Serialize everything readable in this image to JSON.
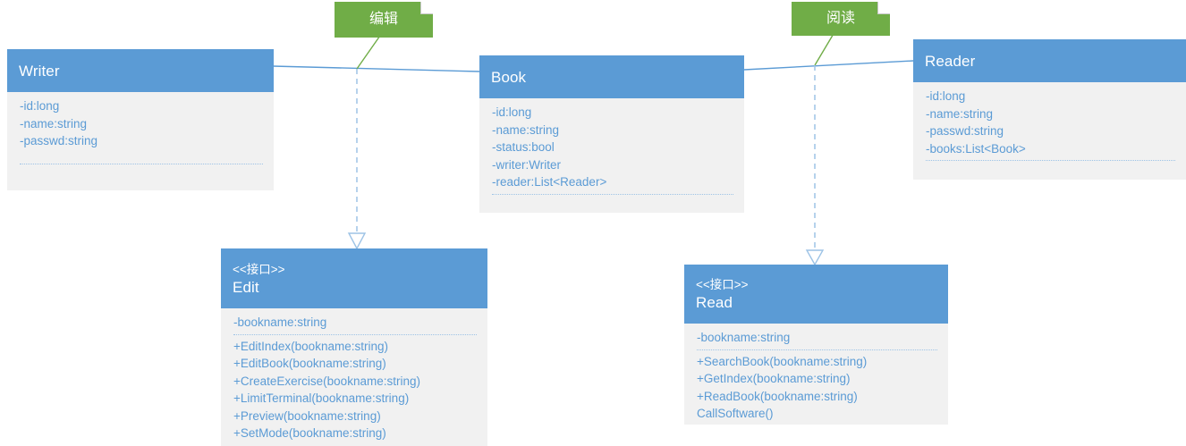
{
  "diagram": {
    "title": "UML class diagram",
    "colors": {
      "header_blue": "#5b9bd5",
      "body_gray": "#f1f1f1",
      "note_green": "#70ad47",
      "member_text": "#5b9bd5",
      "association_line": "#5b9bd5",
      "realization_line": "#9dc3e6",
      "note_connector": "#70ad47",
      "canvas": "#ffffff"
    },
    "notes": [
      {
        "id": "note-edit",
        "label": "编辑"
      },
      {
        "id": "note-read",
        "label": "阅读"
      }
    ],
    "classes": [
      {
        "id": "writer",
        "stereotype": "",
        "name": "Writer",
        "attributes": [
          "-id:long",
          "-name:string",
          "-passwd:string"
        ],
        "operations": []
      },
      {
        "id": "book",
        "stereotype": "",
        "name": "Book",
        "attributes": [
          "-id:long",
          "-name:string",
          "-status:bool",
          "-writer:Writer",
          "-reader:List<Reader>"
        ],
        "operations": []
      },
      {
        "id": "reader",
        "stereotype": "",
        "name": "Reader",
        "attributes": [
          "-id:long",
          "-name:string",
          "-passwd:string",
          "-books:List<Book>"
        ],
        "operations": []
      },
      {
        "id": "edit",
        "stereotype": "<<接口>>",
        "name": "Edit",
        "attributes": [
          "-bookname:string"
        ],
        "operations": [
          "+EditIndex(bookname:string)",
          "+EditBook(bookname:string)",
          "+CreateExercise(bookname:string)",
          "+LimitTerminal(bookname:string)",
          "+Preview(bookname:string)",
          "+SetMode(bookname:string)"
        ]
      },
      {
        "id": "read",
        "stereotype": "<<接口>>",
        "name": "Read",
        "attributes": [
          "-bookname:string"
        ],
        "operations": [
          "+SearchBook(bookname:string)",
          "+GetIndex(bookname:string)",
          "+ReadBook(bookname:string)",
          "CallSoftware()"
        ]
      }
    ],
    "relationships": [
      {
        "id": "assoc-writer-book",
        "kind": "association",
        "from": "Writer",
        "to": "Book"
      },
      {
        "id": "assoc-book-reader",
        "kind": "association",
        "from": "Book",
        "to": "Reader"
      },
      {
        "id": "realize-edit",
        "kind": "realization",
        "from": "Writer-Book association",
        "to": "Edit"
      },
      {
        "id": "realize-read",
        "kind": "realization",
        "from": "Book-Reader association",
        "to": "Read"
      },
      {
        "id": "anchor-note-edit",
        "kind": "note-anchor",
        "from": "编辑",
        "to": "realize-edit"
      },
      {
        "id": "anchor-note-read",
        "kind": "note-anchor",
        "from": "阅读",
        "to": "realize-read"
      }
    ]
  }
}
